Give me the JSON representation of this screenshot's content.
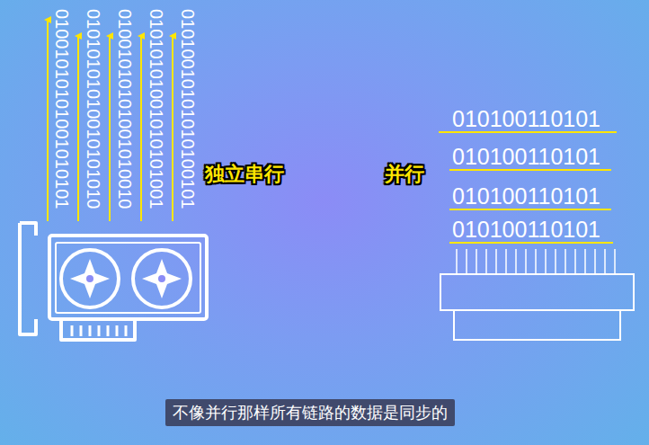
{
  "diagram": {
    "caption": "不像并行那样所有链路的数据是同步的",
    "labels": [
      "01001010101001010101",
      "01010101010010101010",
      "01001010101001010010",
      "01010101001010101001",
      "01010010101010100101",
      "独立串行",
      "并行",
      "010100110101",
      "010100110101",
      "010100110101",
      "010100110101"
    ]
  }
}
